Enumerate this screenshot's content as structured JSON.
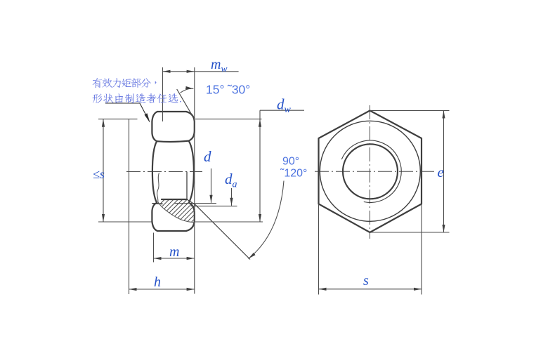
{
  "diagram": {
    "title": "Hexagon lock nut engineering drawing",
    "callout": {
      "line1": "有效力矩部分，",
      "line2": "形状由制造者任选."
    },
    "labels": {
      "mw_base": "m",
      "mw_sub": "w",
      "angle_crimp_min": "15°",
      "angle_crimp_max": "˜30°",
      "dw_base": "d",
      "dw_sub": "w",
      "d": "d",
      "da_base": "d",
      "da_sub": "a",
      "s_max": "≤s",
      "m": "m",
      "h": "h",
      "angle_countersink_min": "90°",
      "angle_countersink_max": "˜120°",
      "e": "e",
      "s": "s"
    },
    "colors": {
      "background": "#ffffff",
      "line": "#3e3e3e",
      "dimension": "#4d4d4d",
      "label_blue": "#2451c8",
      "angle_blue": "#4e74e0",
      "callout_blue": "#6e7ee2"
    }
  }
}
